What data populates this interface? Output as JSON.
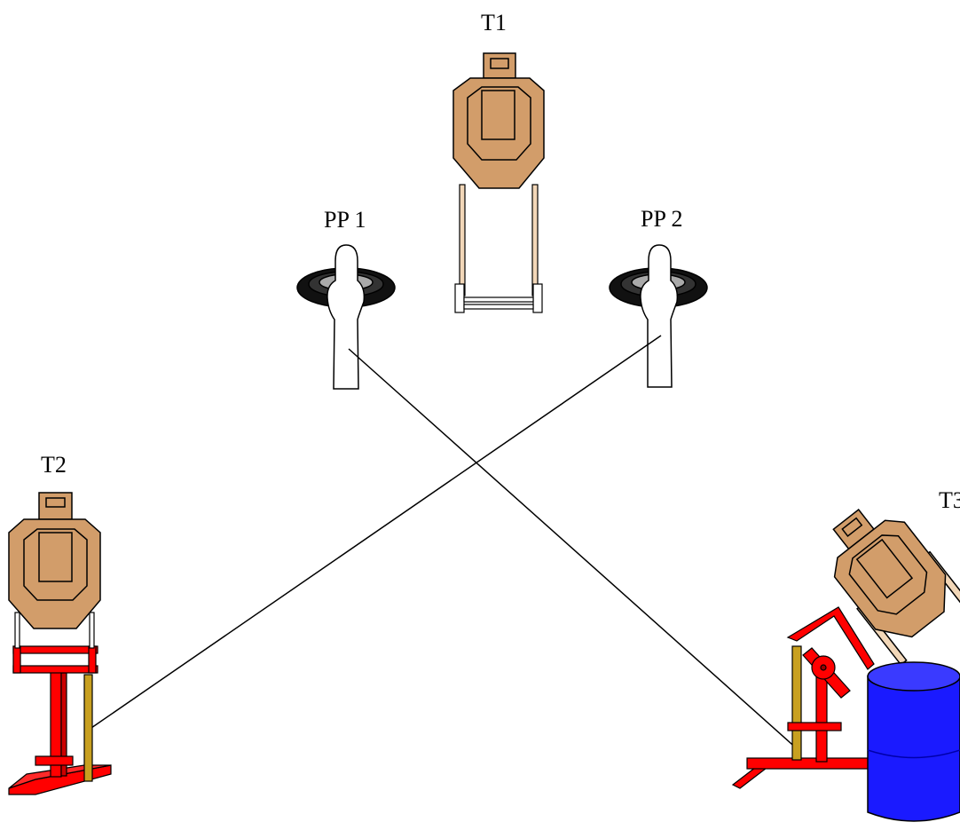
{
  "labels": {
    "t1": "T1",
    "t2": "T2",
    "t3": "T3",
    "pp1": "PP 1",
    "pp2": "PP 2"
  },
  "colors": {
    "target_fill": "#d29d6a",
    "stand_red": "#ff0000",
    "post_gold": "#c8a020",
    "barrel_blue": "#1a1aff",
    "popper_white": "#ffffff",
    "line": "#000000"
  },
  "icons": {
    "cardboard_target": "cardboard-target-icon",
    "pepper_popper": "pepper-popper-icon",
    "swinger_stand": "swinger-stand-icon",
    "barrel": "barrel-icon"
  }
}
